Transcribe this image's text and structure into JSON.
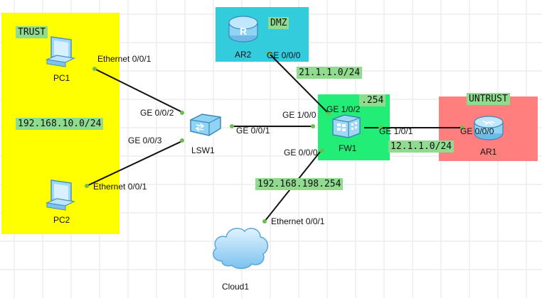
{
  "zones": {
    "trust": {
      "label": "TRUST",
      "color": "#ffff00"
    },
    "dmz": {
      "label": "DMZ",
      "color": "#33ccdd"
    },
    "firewall": {
      "color": "#22ee77"
    },
    "untrust": {
      "label": "UNTRUST",
      "color": "#ff7f7f"
    }
  },
  "networks": {
    "trust_subnet": "192.168.10.0/24",
    "dmz_subnet": "21.1.1.0/24",
    "fw_host": ".254",
    "untrust_subnet": "12.1.1.0/24",
    "mgmt_ip": "192.168.198.254"
  },
  "devices": {
    "pc1": {
      "label": "PC1",
      "icon": "pc-icon"
    },
    "pc2": {
      "label": "PC2",
      "icon": "pc-icon"
    },
    "lsw1": {
      "label": "LSW1",
      "icon": "switch-icon"
    },
    "ar2": {
      "label": "AR2",
      "icon": "router-icon"
    },
    "fw1": {
      "label": "FW1",
      "icon": "firewall-icon"
    },
    "ar1": {
      "label": "AR1",
      "icon": "router-icon"
    },
    "cloud1": {
      "label": "Cloud1",
      "icon": "cloud-icon"
    }
  },
  "ports": {
    "pc1_eth": "Ethernet 0/0/1",
    "pc2_eth": "Ethernet 0/0/1",
    "lsw_ge2": "GE 0/0/2",
    "lsw_ge3": "GE 0/0/3",
    "lsw_ge1": "GE 0/0/1",
    "fw_ge100": "GE 1/0/0",
    "fw_ge102": "GE 1/0/2",
    "fw_ge101": "GE 1/0/1",
    "fw_ge000": "GE 0/0/0",
    "ar2_ge": "GE 0/0/0",
    "ar1_ge": "GE 0/0/0",
    "cloud_eth": "Ethernet 0/0/1"
  }
}
